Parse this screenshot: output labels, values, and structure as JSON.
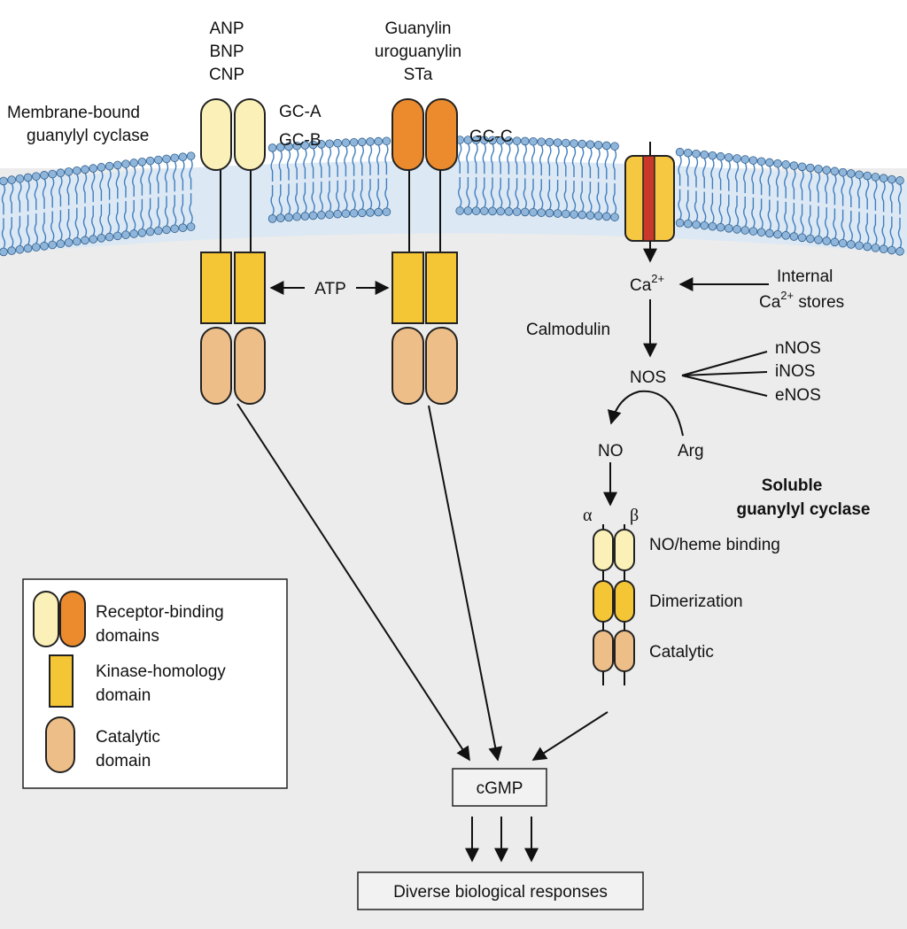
{
  "colors": {
    "background": "#ececec",
    "membrane_head": "#8fb6da",
    "membrane_tail": "#3f7ec0",
    "receptor_light": "#fbf1b8",
    "receptor_dark": "#ec8b2d",
    "kinase": "#f4c535",
    "catalytic": "#eebe88",
    "channel": "#f6c842",
    "channel_core": "#c9382a"
  },
  "ligands_a": [
    "ANP",
    "BNP",
    "CNP"
  ],
  "ligands_c": [
    "Guanylin",
    "uroguanylin",
    "STa"
  ],
  "membrane_label": [
    "Membrane-bound",
    "guanylyl cyclase"
  ],
  "gc_a": "GC-A",
  "gc_b": "GC-B",
  "gc_c": "GC-C",
  "atp": "ATP",
  "calcium": {
    "symbol": "Ca",
    "charge": "2+"
  },
  "internal_stores": {
    "line1": "Internal",
    "line2_prefix": "Ca",
    "line2_charge": "2+",
    "line2_suffix": " stores"
  },
  "calmodulin": "Calmodulin",
  "nos": "NOS",
  "nos_isoforms": [
    "nNOS",
    "iNOS",
    "eNOS"
  ],
  "no": "NO",
  "arg": "Arg",
  "soluble_title": [
    "Soluble",
    "guanylyl cyclase"
  ],
  "alpha": "α",
  "beta": "β",
  "soluble_domains": [
    "NO/heme binding",
    "Dimerization",
    "Catalytic"
  ],
  "legend": {
    "receptor": [
      "Receptor-binding",
      "domains"
    ],
    "kinase": [
      "Kinase-homology",
      "domain"
    ],
    "catalytic": [
      "Catalytic",
      "domain"
    ]
  },
  "cgmp": "cGMP",
  "responses": "Diverse biological responses"
}
